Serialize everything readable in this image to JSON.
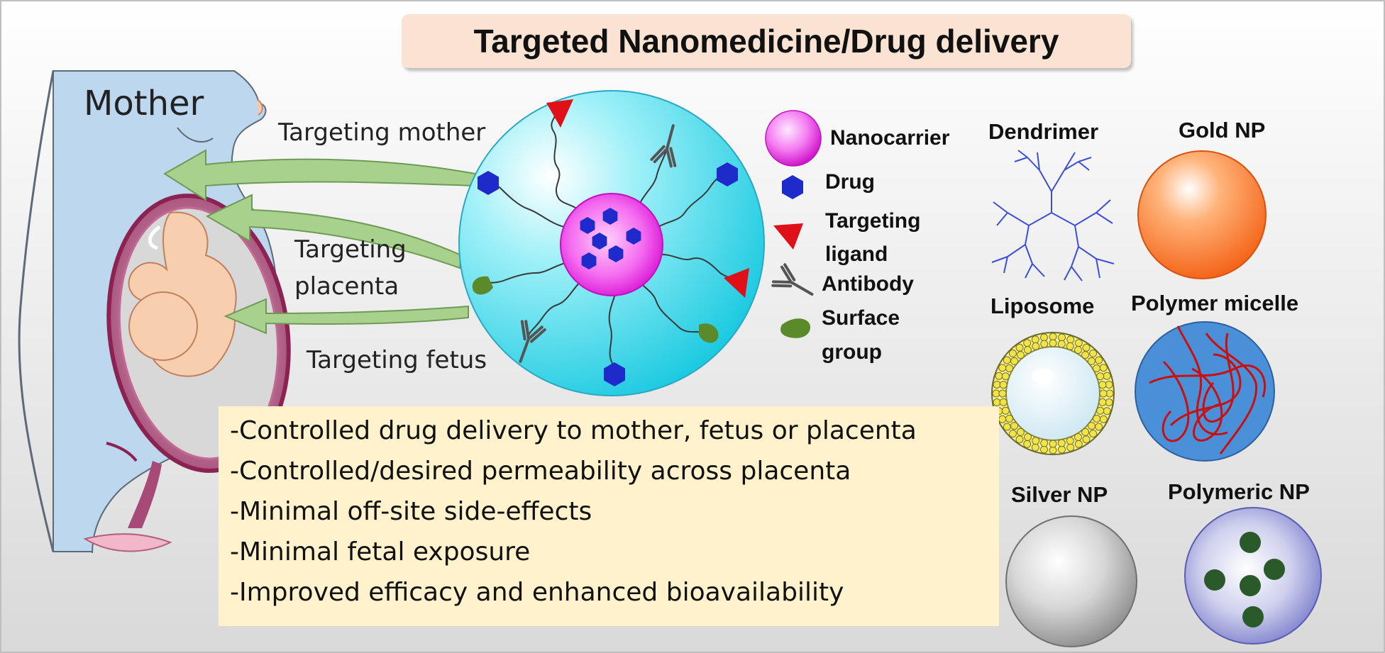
{
  "title": "Targeted Nanomedicine/Drug delivery",
  "mother_label": "Mother",
  "targeting": {
    "mother": "Targeting mother",
    "placenta_line1": "Targeting",
    "placenta_line2": "placenta",
    "fetus": "Targeting fetus"
  },
  "legend": {
    "nanocarrier": "Nanocarrier",
    "drug": "Drug",
    "ligand_line1": "Targeting",
    "ligand_line2": "ligand",
    "antibody": "Antibody",
    "surface_line1": "Surface",
    "surface_line2": "group"
  },
  "nanoparticles": {
    "dendrimer": "Dendrimer",
    "gold": "Gold NP",
    "liposome": "Liposome",
    "micelle": "Polymer micelle",
    "silver": "Silver NP",
    "polymeric": "Polymeric NP"
  },
  "benefits": [
    "-Controlled drug delivery to mother, fetus or placenta",
    "-Controlled/desired permeability across placenta",
    "-Minimal off-site side-effects",
    "-Minimal fetal exposure",
    "-Improved efficacy and enhanced bioavailability"
  ],
  "colors": {
    "nanocarrier": "#e21ce0",
    "drug": "#1f2acb",
    "ligand": "#e01018",
    "surface": "#5a8a2a",
    "arrow": "#a9d18e",
    "body": "#bdd7ee"
  }
}
